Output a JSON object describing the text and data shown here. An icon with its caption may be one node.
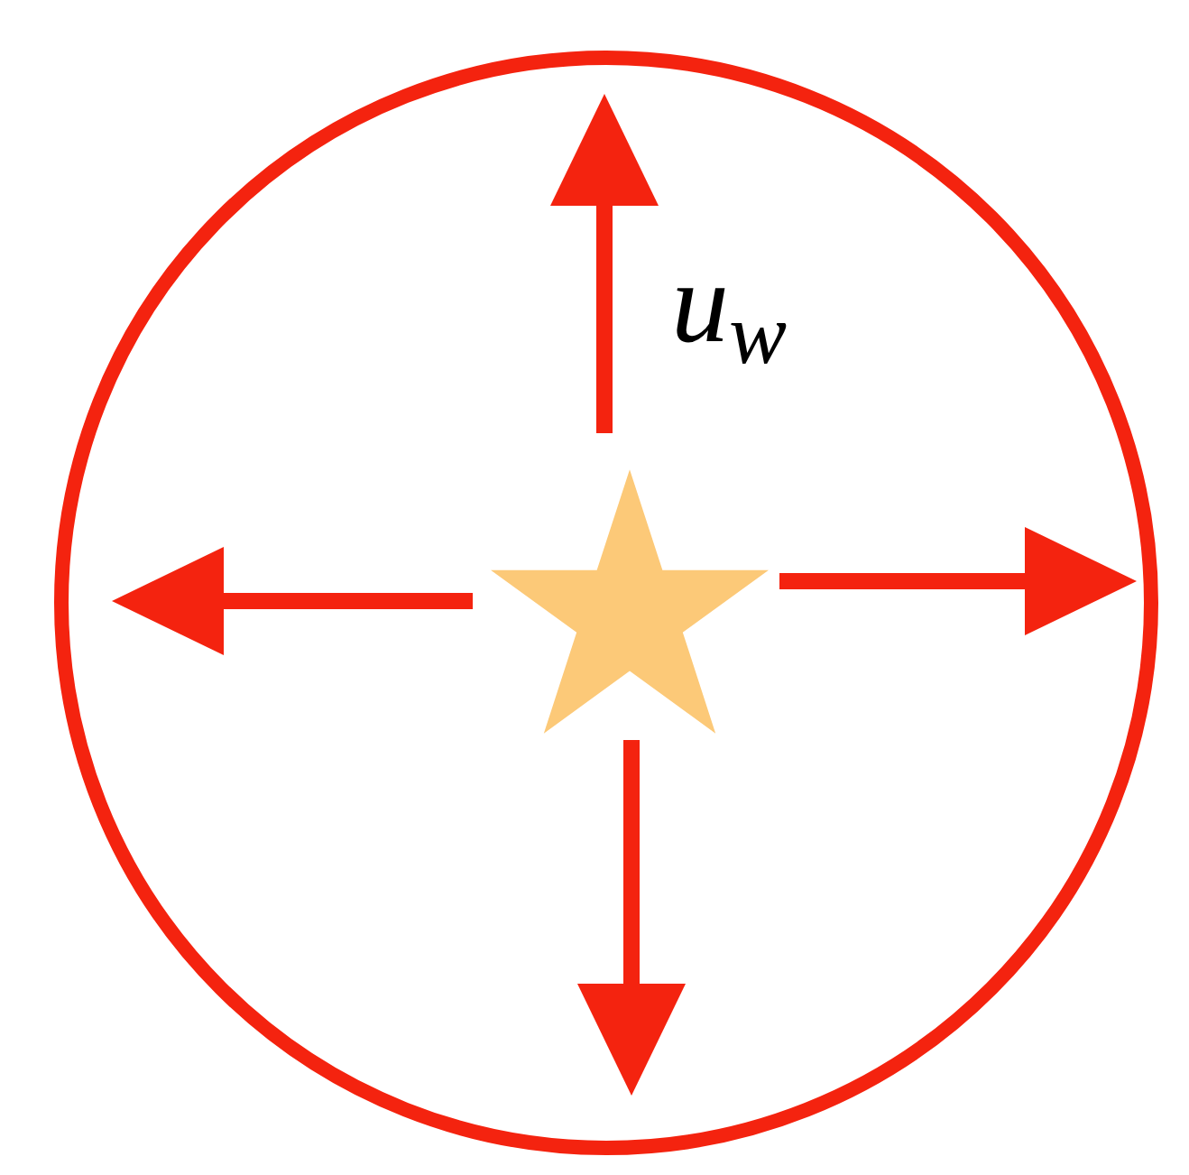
{
  "diagram": {
    "nodes": [
      {
        "text": [],
        "shape": "circle"
      },
      {
        "text": [],
        "shape": "star",
        "in": 0
      }
    ],
    "edges": [
      {
        "from": 1,
        "to": null,
        "arrow": "to"
      },
      {
        "from": 1,
        "to": null,
        "arrow": "to"
      },
      {
        "from": 1,
        "to": null,
        "arrow": "to"
      },
      {
        "from": 1,
        "to": null,
        "arrow": "to"
      }
    ],
    "labels": [
      "u$_{w}$"
    ]
  }
}
